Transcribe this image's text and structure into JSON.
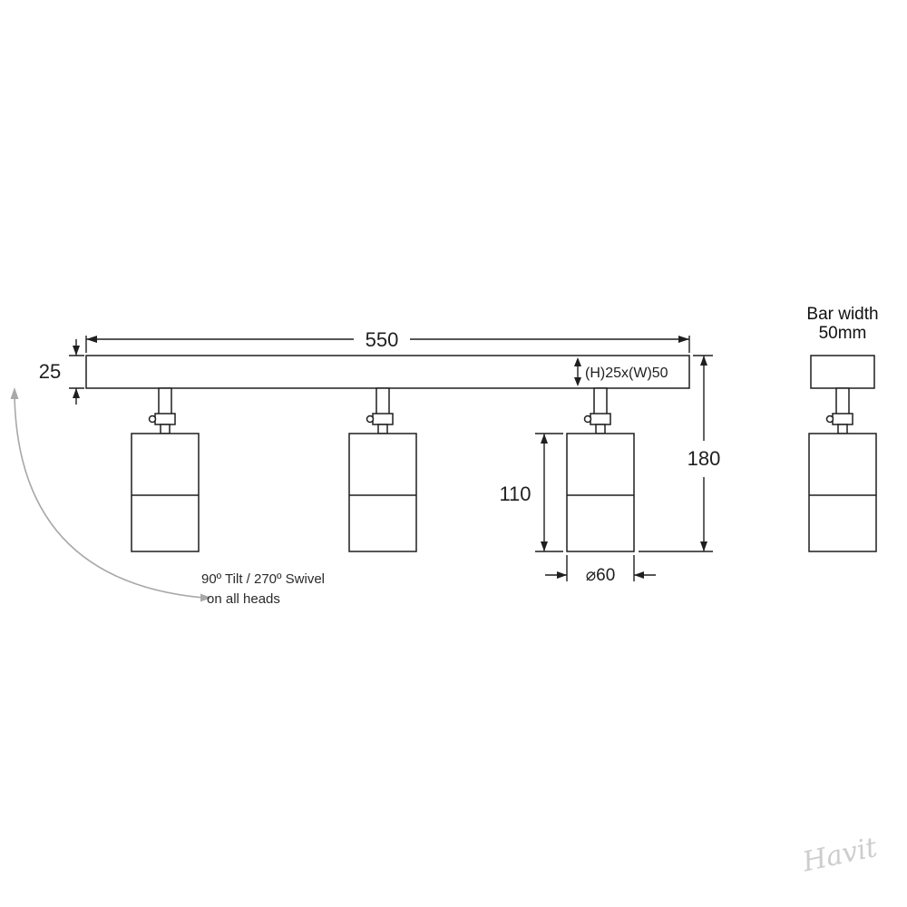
{
  "dimensions": {
    "bar_length": "550",
    "bar_height": "25",
    "bar_profile": "(H)25x(W)50",
    "overall_height": "180",
    "head_height": "110",
    "head_diameter": "⌀60"
  },
  "side_view": {
    "label_line1": "Bar width",
    "label_line2": "50mm"
  },
  "notes": {
    "tilt_swivel": "90º Tilt / 270º Swivel",
    "scope": "on all heads"
  },
  "watermark": "Havit",
  "colors": {
    "line": "#1f1f1f",
    "text": "#1f1f1f",
    "annotation_arrow": "#a8a8a8",
    "watermark": "#cdcdcd",
    "background": "#ffffff"
  }
}
